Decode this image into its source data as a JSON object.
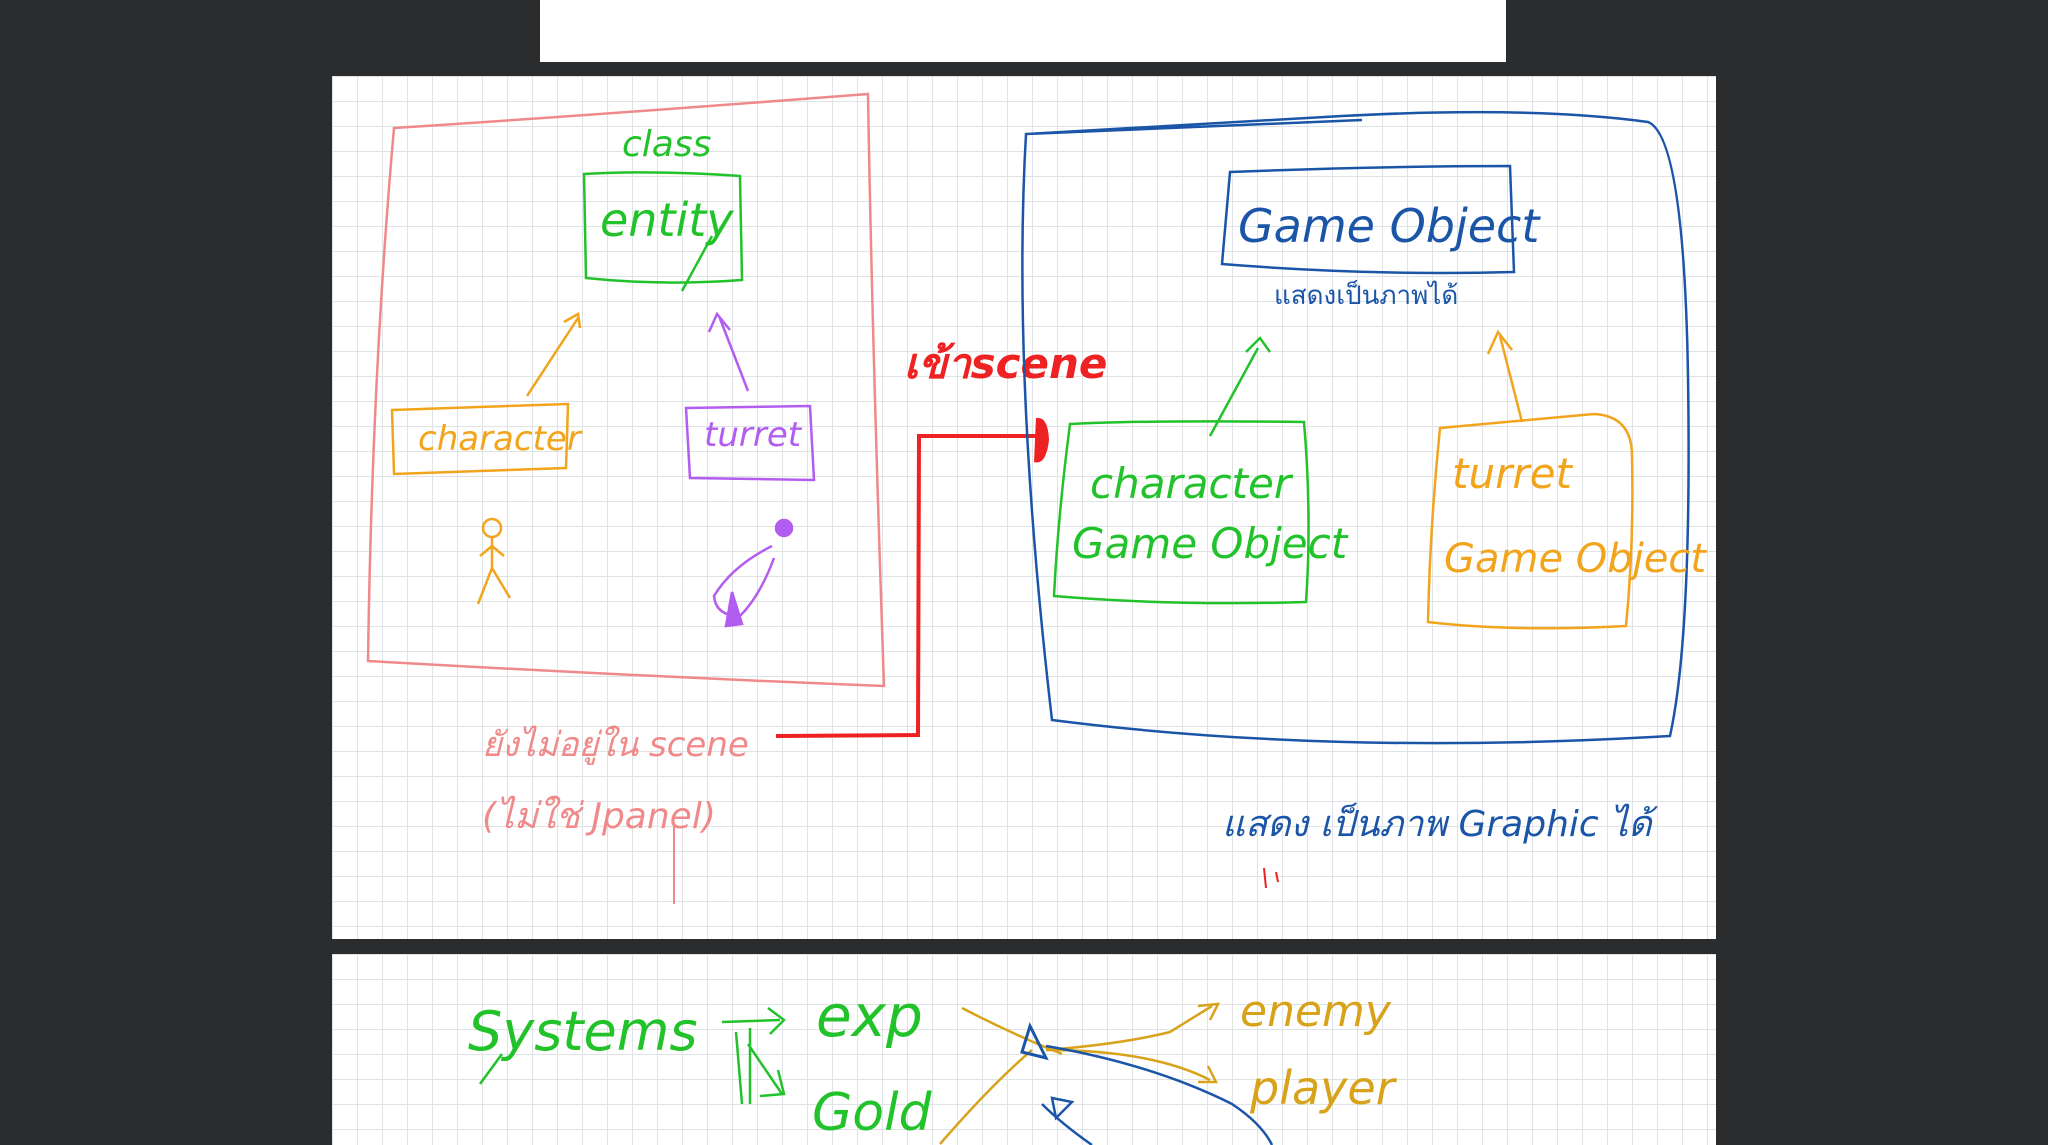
{
  "colors": {
    "background": "#2b2c2e",
    "paper": "#ffffff",
    "grid": "#dfe3e6",
    "pink": "#f08a8a",
    "green": "#22c22b",
    "orange": "#f2a41c",
    "purple": "#b35cf0",
    "blue": "#1b55a8",
    "red": "#ee2222",
    "gold": "#d8a31a"
  },
  "left_box": {
    "class_label": "class",
    "entity": "entity",
    "character": "character",
    "turret": "turret",
    "note_line1": "ยังไม่อยู่ใน scene",
    "note_line2": "(ไม่ใช่ Jpanel)"
  },
  "connector": {
    "label": "เข้าscene"
  },
  "right_box": {
    "game_object": "Game Object",
    "game_object_caption": "แสดงเป็นภาพได้",
    "character_go_line1": "character",
    "character_go_line2": "Game Object",
    "turret_go_line1": "turret",
    "turret_go_line2": "Game Object",
    "note": "แสดง เป็นภาพ Graphic ได้"
  },
  "bottom": {
    "systems": "Systems",
    "exp": "exp",
    "gold": "Gold",
    "enemy": "enemy",
    "player": "player"
  }
}
